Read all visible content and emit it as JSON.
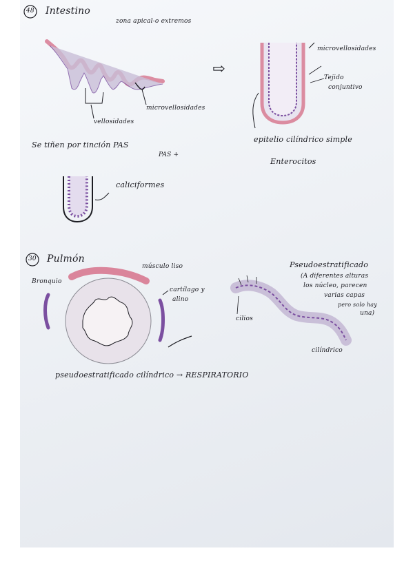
{
  "page": {
    "colors": {
      "paper": "#eef1f5",
      "ink": "#1c1c22",
      "pink": "#d46a84",
      "purple": "#7b4fa0",
      "lavender": "#c9bfd8"
    }
  },
  "section_intestine": {
    "number": "48",
    "title": "Intestino",
    "header_note": "zona apical-o extremos",
    "label_vellosidades": "vellosidades",
    "label_microvellosidades_left": "microvellosidades",
    "label_microvellosidades_right": "microvellosidades",
    "label_tejido": "Tejido",
    "label_conjuntivo": "conjuntivo",
    "label_epitelio": "epitelio cilíndrico simple",
    "label_enterocitos": "Enterocitos",
    "pas_note": "Se tiñen por tinción PAS",
    "pas_plus": "PAS +",
    "label_caliciformes": "caliciformes",
    "arrow_symbol": "⇨"
  },
  "section_lung": {
    "number": "30",
    "title": "Pulmón",
    "label_bronquio": "Bronquio",
    "label_musculo": "músculo liso",
    "label_cartilago_1": "cartílago y",
    "label_cartilago_2": "alino",
    "pseudo_title": "Pseudoestratificado",
    "pseudo_note": [
      "(A diferentes alturas",
      "los núcleo, parecen",
      "varias capas",
      "pero solo hay",
      "una)"
    ],
    "label_cilios": "cilios",
    "label_cilindrico": "cilíndrico",
    "summary": "pseudoestratificado cilíndrico → RESPIRATORIO"
  }
}
